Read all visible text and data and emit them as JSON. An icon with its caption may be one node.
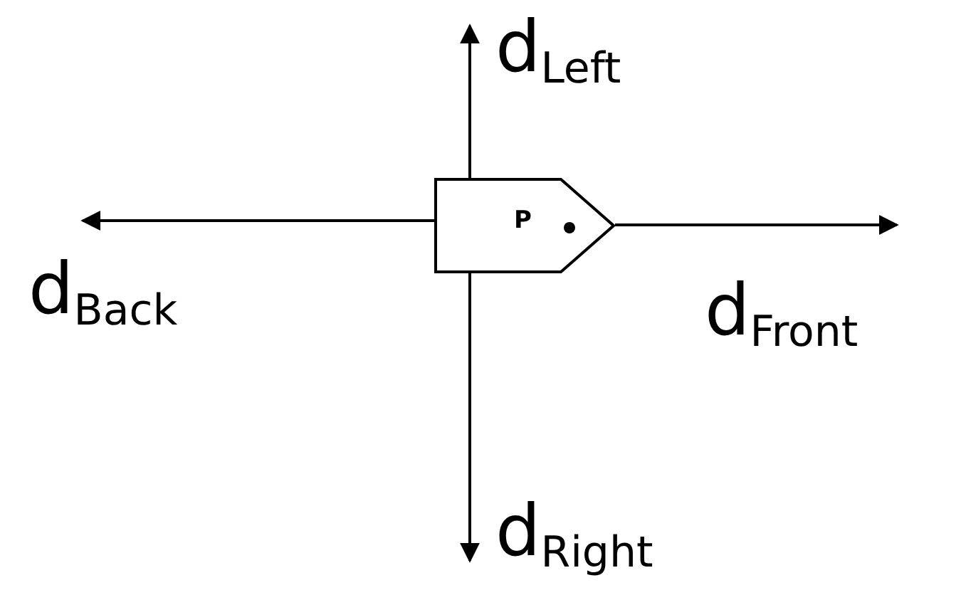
{
  "diagram": {
    "nodes": [
      {
        "text": [
          "P"
        ]
      }
    ],
    "labels": [
      "d$_{Left}$",
      "d$_{Back}$",
      "d$_{Front}$",
      "d$_{Right}$"
    ]
  }
}
